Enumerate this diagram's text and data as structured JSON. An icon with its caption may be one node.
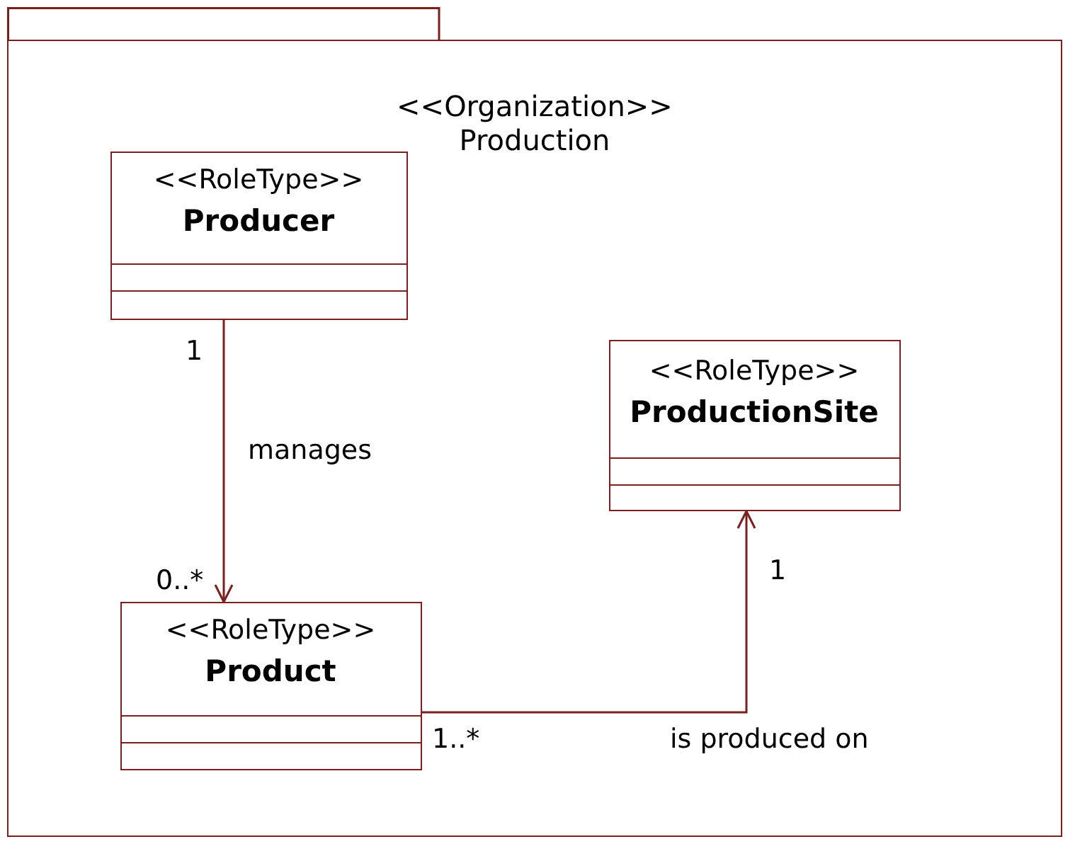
{
  "diagram": {
    "nodes": [
      {
        "text": [
          "<<Organization>>",
          "Production"
        ]
      },
      {
        "text": [
          "<<RoleType>>",
          "Producer"
        ],
        "in": 0
      },
      {
        "text": [
          "<<RoleType>>",
          "ProductionSite"
        ],
        "in": 0
      },
      {
        "text": [
          "<<RoleType>>",
          "Product"
        ],
        "in": 0
      }
    ],
    "edges": [
      {
        "from": 1,
        "to": 3,
        "arrow": "to",
        "label": "manages"
      },
      {
        "from": 3,
        "to": 2,
        "arrow": "to",
        "label": "is produced on"
      }
    ],
    "labels": [
      "1",
      "1",
      "0..*",
      "1..*"
    ]
  }
}
